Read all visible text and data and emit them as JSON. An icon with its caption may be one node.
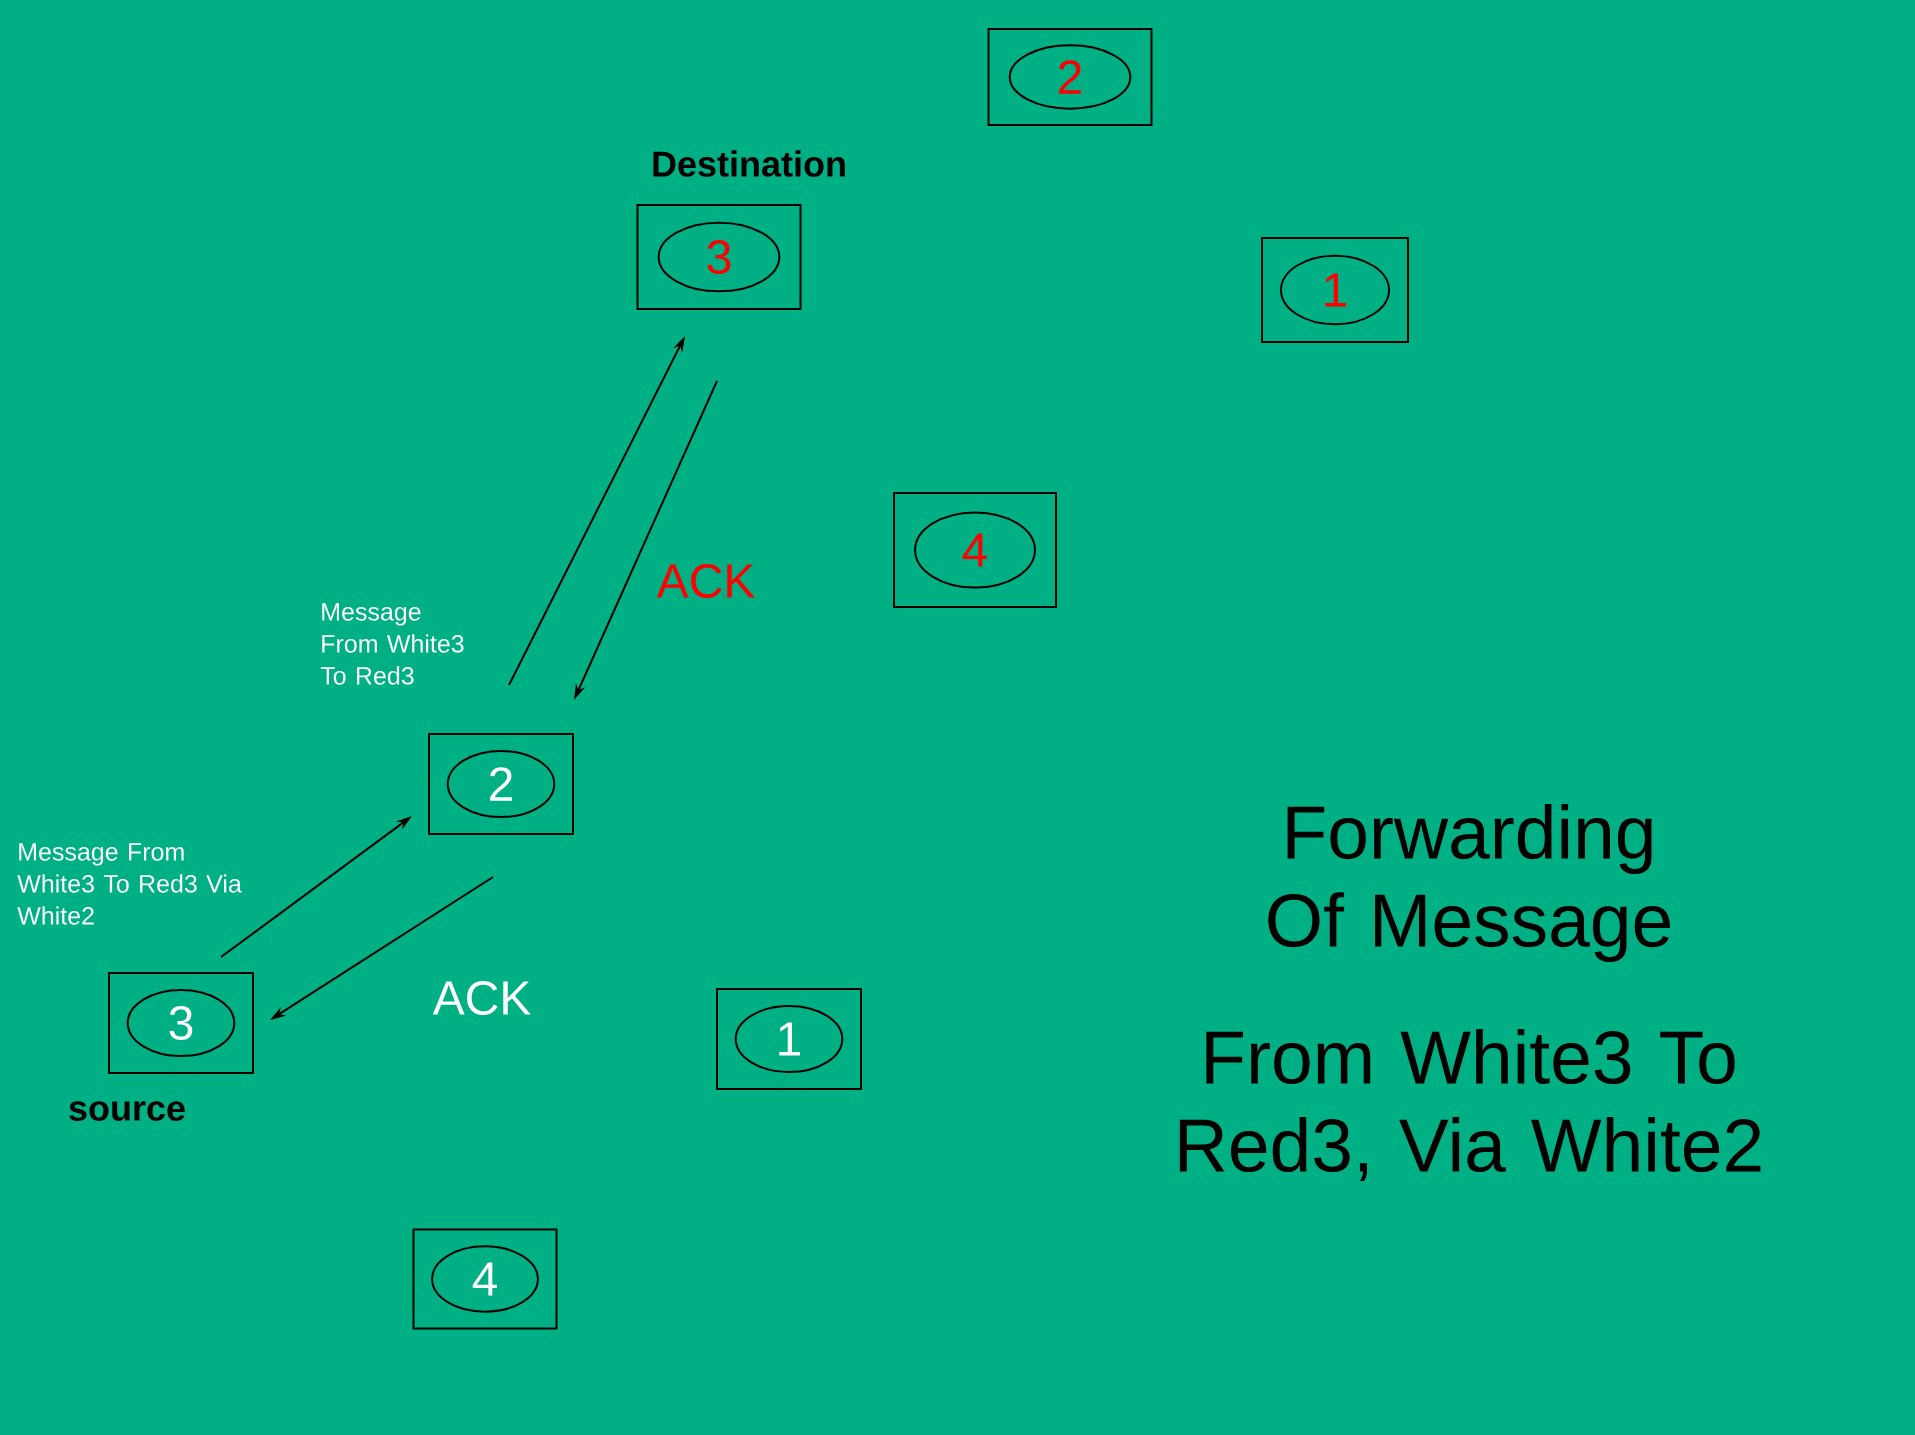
{
  "diagram": {
    "title": "Forwarding Of Message",
    "nodes": [
      {
        "text": [
          "2"
        ]
      },
      {
        "text": [
          "Destination",
          "3"
        ]
      },
      {
        "text": [
          "1"
        ]
      },
      {
        "text": [
          "4"
        ]
      },
      {
        "text": [
          "2"
        ]
      },
      {
        "text": [
          "3"
        ],
        "beside": [
          "source"
        ]
      },
      {
        "text": [
          "1"
        ]
      },
      {
        "text": [
          "4"
        ]
      }
    ],
    "edges": [
      {
        "from": 5,
        "to": 4,
        "arrow": "to",
        "label": "Message From White3 To Red3 Via White2"
      },
      {
        "from": 4,
        "to": 5,
        "arrow": "to",
        "label": "ACK"
      },
      {
        "from": 4,
        "to": 1,
        "arrow": "to",
        "label": "Message From White3 To Red3"
      },
      {
        "from": 1,
        "to": 4,
        "arrow": "to",
        "label": "ACK"
      }
    ],
    "labels": [
      "From White3 To Red3, Via White2"
    ]
  }
}
